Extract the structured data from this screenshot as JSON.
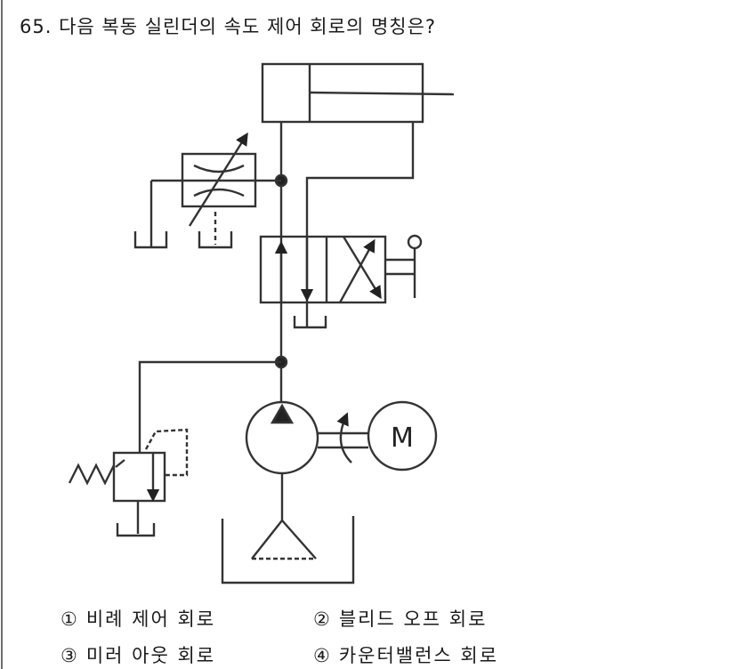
{
  "question": {
    "number": "65.",
    "text": "다음 복동 실린더의 속도 제어 회로의 명칭은?"
  },
  "diagram": {
    "type": "hydraulic-circuit",
    "components": [
      "double-acting-cylinder",
      "variable-flow-control-valve",
      "4/2-directional-valve-lever",
      "relief-valve",
      "hydraulic-pump",
      "electric-motor",
      "tank",
      "strainer"
    ],
    "motor_label": "M"
  },
  "choices": [
    {
      "num": "①",
      "label": "비례 제어 회로"
    },
    {
      "num": "②",
      "label": "블리드 오프 회로"
    },
    {
      "num": "③",
      "label": "미러 아웃 회로"
    },
    {
      "num": "④",
      "label": "카운터밸런스 회로"
    }
  ],
  "colors": {
    "line": "#333333",
    "text": "#1a1a1a"
  }
}
